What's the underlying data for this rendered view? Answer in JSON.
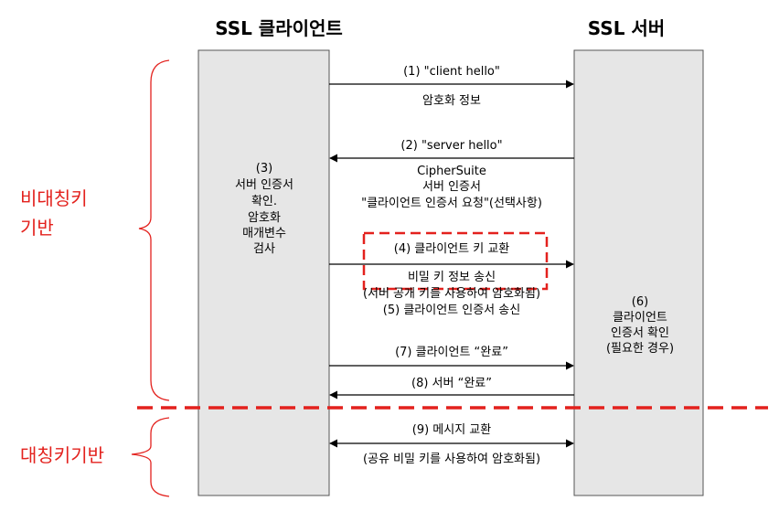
{
  "header": {
    "client_title": "SSL 클라이언트",
    "server_title": "SSL 서버"
  },
  "phases": {
    "asymmetric": [
      "비대칭키",
      "기반"
    ],
    "symmetric": "대칭키기반"
  },
  "client_note": [
    "(3)",
    "서버 인증서",
    "확인.",
    "암호화",
    "매개변수",
    "검사"
  ],
  "server_note": [
    "(6)",
    "클라이언트",
    "인증서 확인",
    "(필요한 경우)"
  ],
  "messages": {
    "m1": [
      "(1) \"client hello\"",
      "암호화 정보"
    ],
    "m2": [
      "(2) \"server hello\"",
      "CipherSuite",
      "서버 인증서",
      "\"클라이언트 인증서 요청\"(선택사항)"
    ],
    "m4": [
      "(4) 클라이언트 키 교환",
      "비밀 키 정보 송신",
      "(서버 공개 키를 사용하여 암호화됨)",
      "(5) 클라이언트 인증서 송신"
    ],
    "m7": "(7) 클라이언트 “완료”",
    "m8": "(8) 서버 “완료”",
    "m9": [
      "(9) 메시지 교환",
      "(공유 비밀 키를 사용하여 암호화됨)"
    ]
  },
  "colors": {
    "box_fill": "#e6e6e6",
    "box_stroke": "#555555",
    "accent_red": "#e3211d",
    "text": "#000000"
  }
}
